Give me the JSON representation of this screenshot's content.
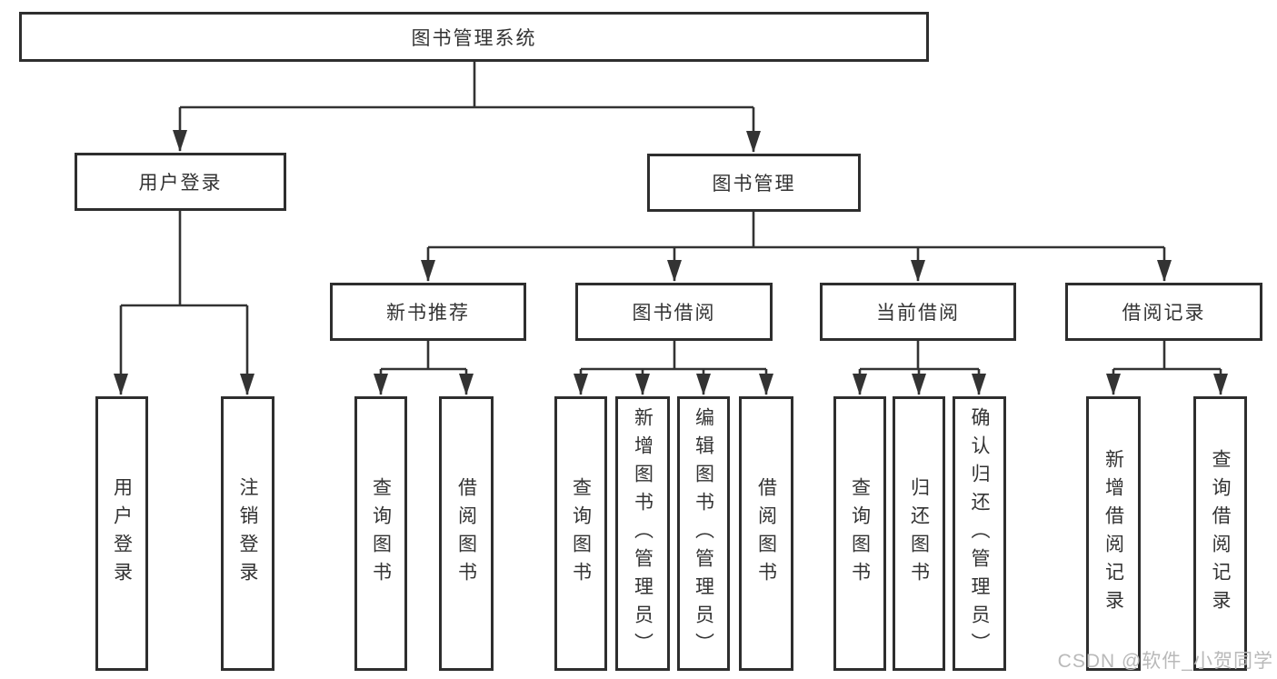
{
  "tree": {
    "root": "图书管理系统",
    "level2": [
      "用户登录",
      "图书管理"
    ],
    "level3": [
      "新书推荐",
      "图书借阅",
      "当前借阅",
      "借阅记录"
    ],
    "leaves": [
      "用户登录",
      "注销登录",
      "查询图书",
      "借阅图书",
      "查询图书",
      "新增图书（管理员）",
      "编辑图书（管理员）",
      "借阅图书",
      "查询图书",
      "归还图书",
      "确认归还（管理员）",
      "新增借阅记录",
      "查询借阅记录"
    ]
  },
  "watermark": "CSDN @软件_小贺同学",
  "colors": {
    "line": "#333333",
    "border": "#2e2e2e",
    "text": "#333333",
    "watermark": "#b9b9b9",
    "background": "#ffffff"
  }
}
